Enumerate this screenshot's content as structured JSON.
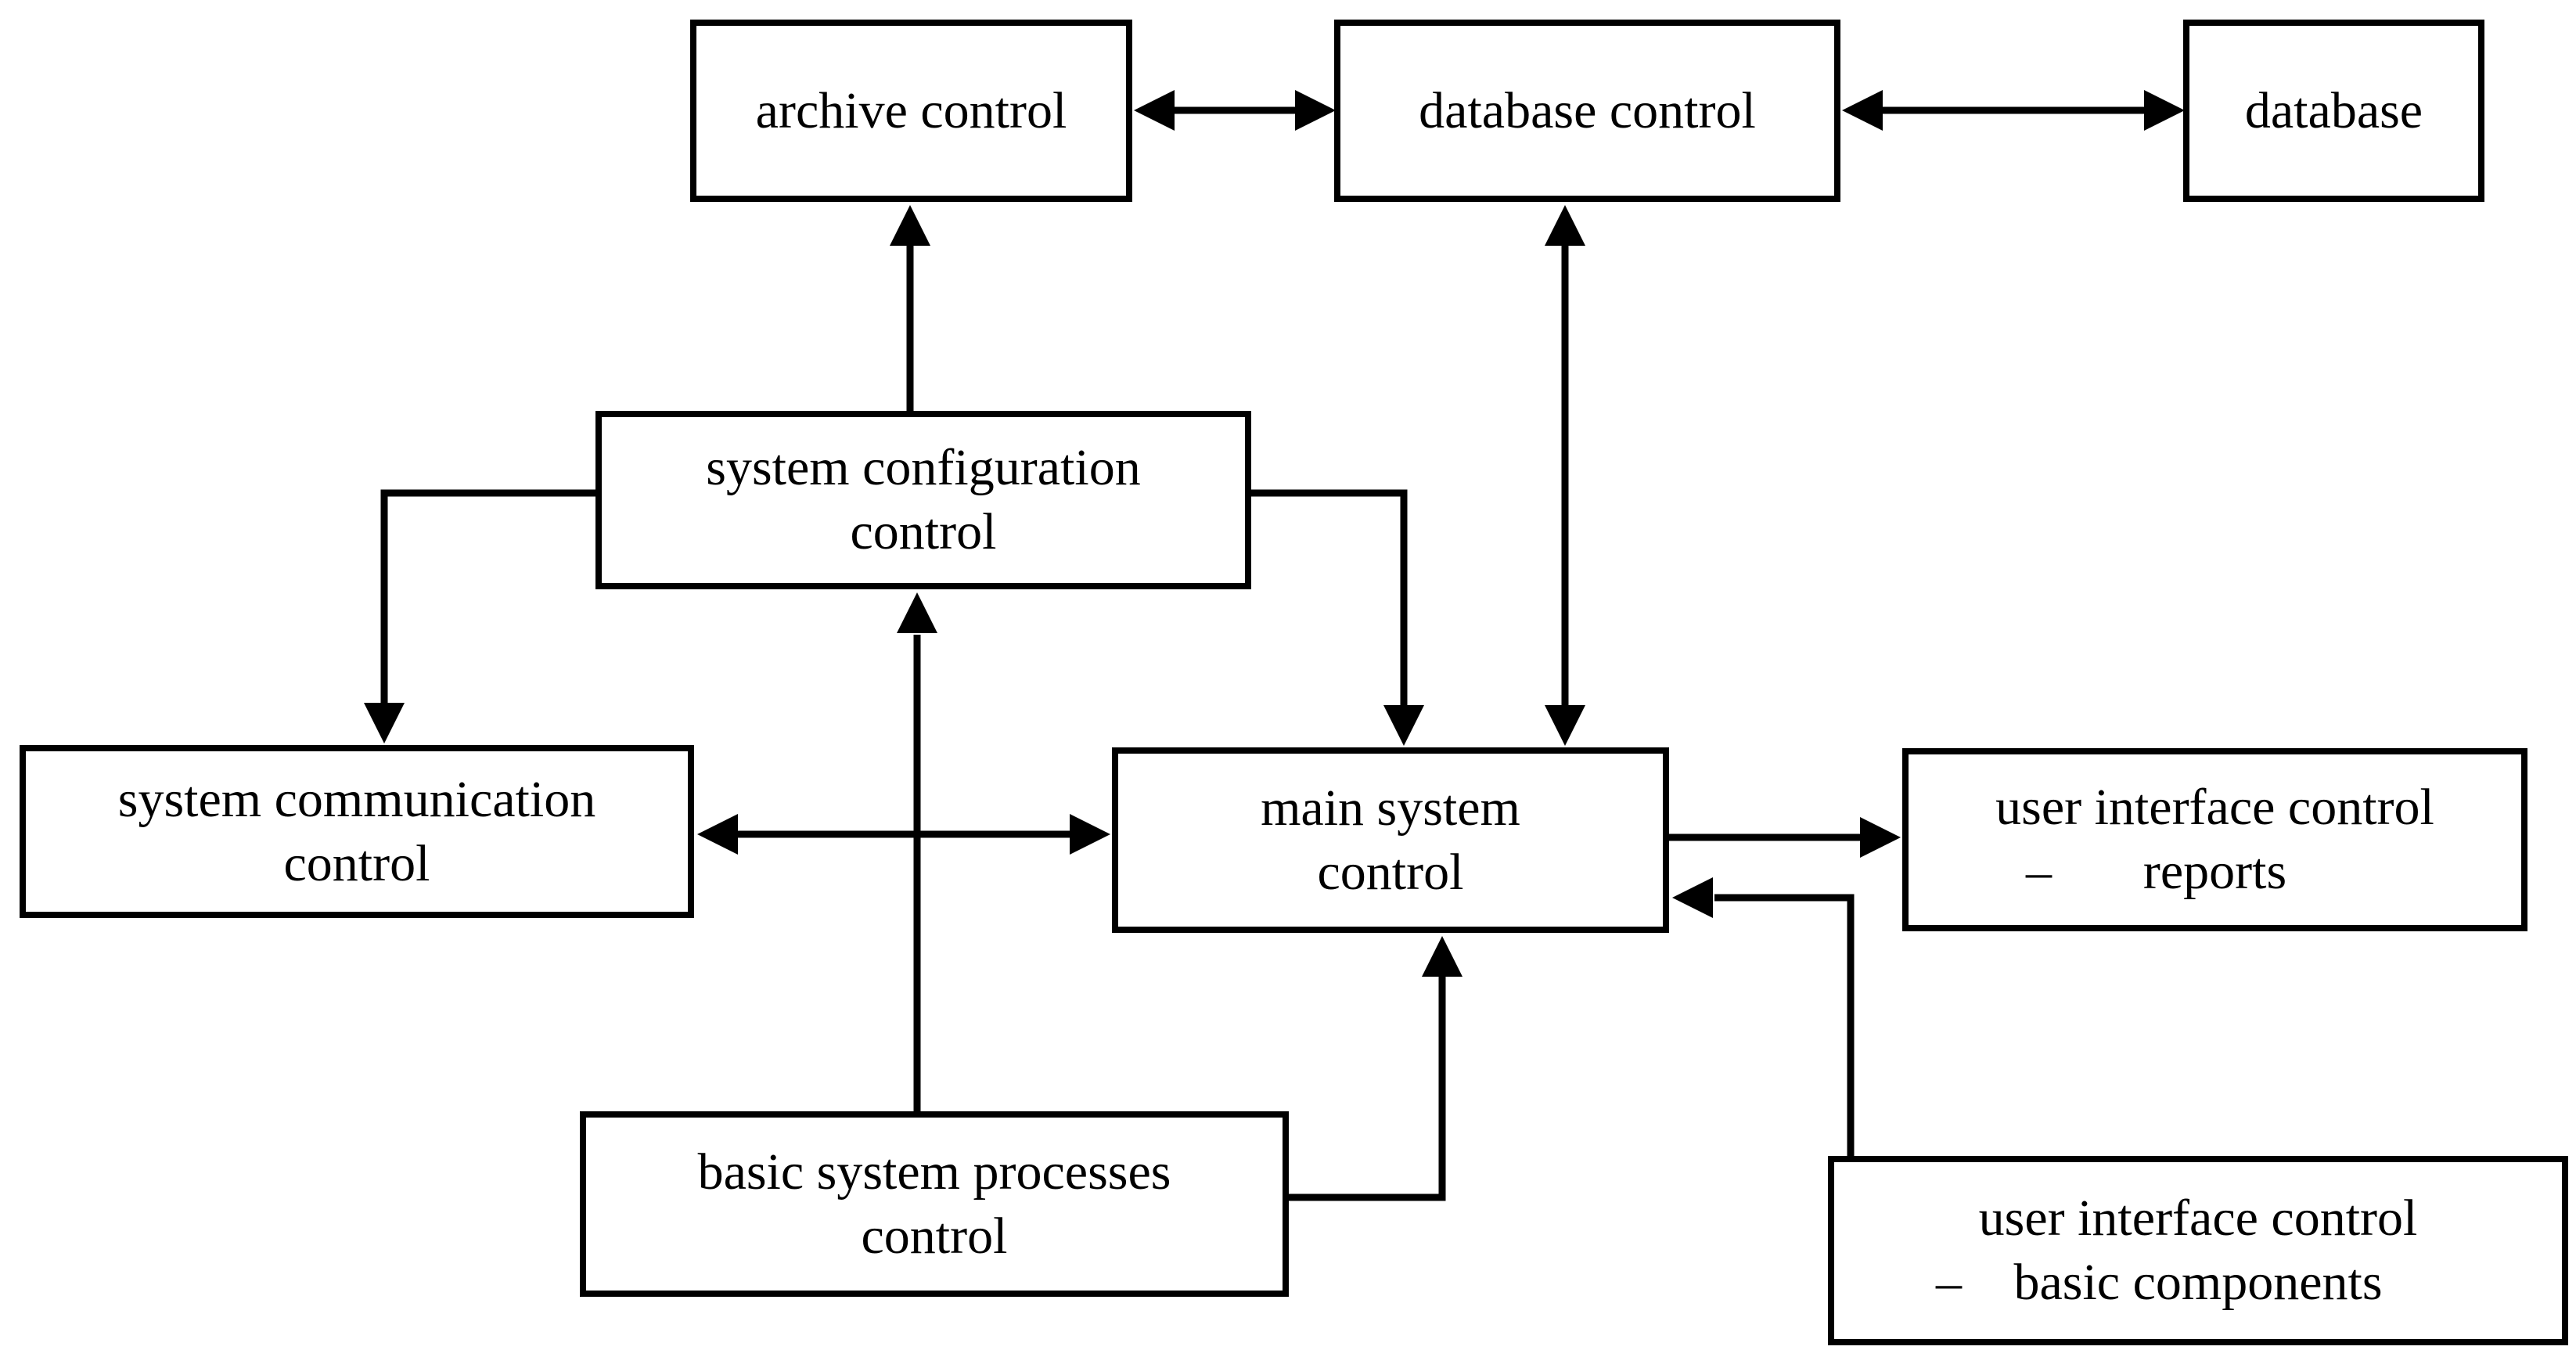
{
  "diagram": {
    "colors": {
      "background": "#ffffff",
      "line": "#000000",
      "text": "#000000"
    },
    "nodes": {
      "archive_control": {
        "label": "archive control"
      },
      "database_control": {
        "label": "database control"
      },
      "database": {
        "label": "database"
      },
      "system_configuration_control": {
        "line1": "system configuration",
        "line2": "control"
      },
      "system_communication_control": {
        "line1": "system communication",
        "line2": "control"
      },
      "main_system_control": {
        "line1": "main system",
        "line2": "control"
      },
      "user_interface_control_reports": {
        "line1": "user interface control",
        "dash": "–",
        "line2": "reports"
      },
      "basic_system_processes_control": {
        "line1": "basic system processes",
        "line2": "control"
      },
      "user_interface_control_basic_components": {
        "line1": "user interface control",
        "dash": "–",
        "line2": "basic components"
      }
    },
    "edges": [
      {
        "from": "archive control",
        "to": "database control",
        "style": "double-arrow"
      },
      {
        "from": "database control",
        "to": "database",
        "style": "double-arrow"
      },
      {
        "from": "system configuration control",
        "to": "archive control",
        "style": "arrow"
      },
      {
        "from": "database control",
        "to": "main system control",
        "style": "double-arrow"
      },
      {
        "from": "system configuration control",
        "to": "system communication control",
        "style": "arrow"
      },
      {
        "from": "system configuration control",
        "to": "main system control",
        "style": "arrow"
      },
      {
        "from": "basic system processes control",
        "to": "system configuration control",
        "style": "arrow"
      },
      {
        "from": "system communication control",
        "to": "main system control",
        "style": "double-arrow"
      },
      {
        "from": "basic system processes control",
        "to": "main system control",
        "style": "arrow"
      },
      {
        "from": "main system control",
        "to": "user interface control – reports",
        "style": "arrow"
      },
      {
        "from": "user interface control – basic components",
        "to": "main system control",
        "style": "arrow"
      }
    ]
  }
}
